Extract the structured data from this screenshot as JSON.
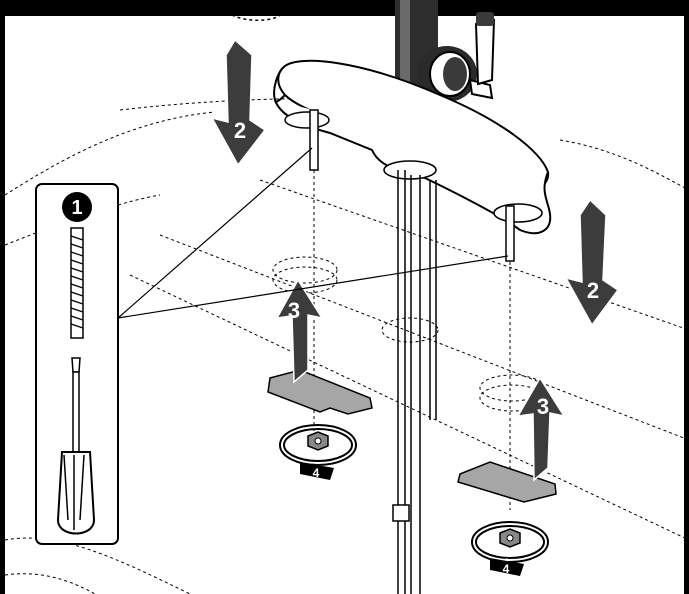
{
  "steps": {
    "one": "1",
    "two": "2",
    "three": "3",
    "four": "4"
  },
  "colors": {
    "frame": "#000000",
    "plate": "#a6a6a6",
    "faucet_dark": "#3a3a3a",
    "arrow": "#3c3c3c",
    "line": "#000000",
    "background": "#ffffff"
  },
  "icons": {
    "tool_panel": [
      "threaded-rod-icon",
      "screwdriver-icon"
    ],
    "rotation": "rotate-arrow-icon",
    "nut": "hex-nut-icon"
  }
}
